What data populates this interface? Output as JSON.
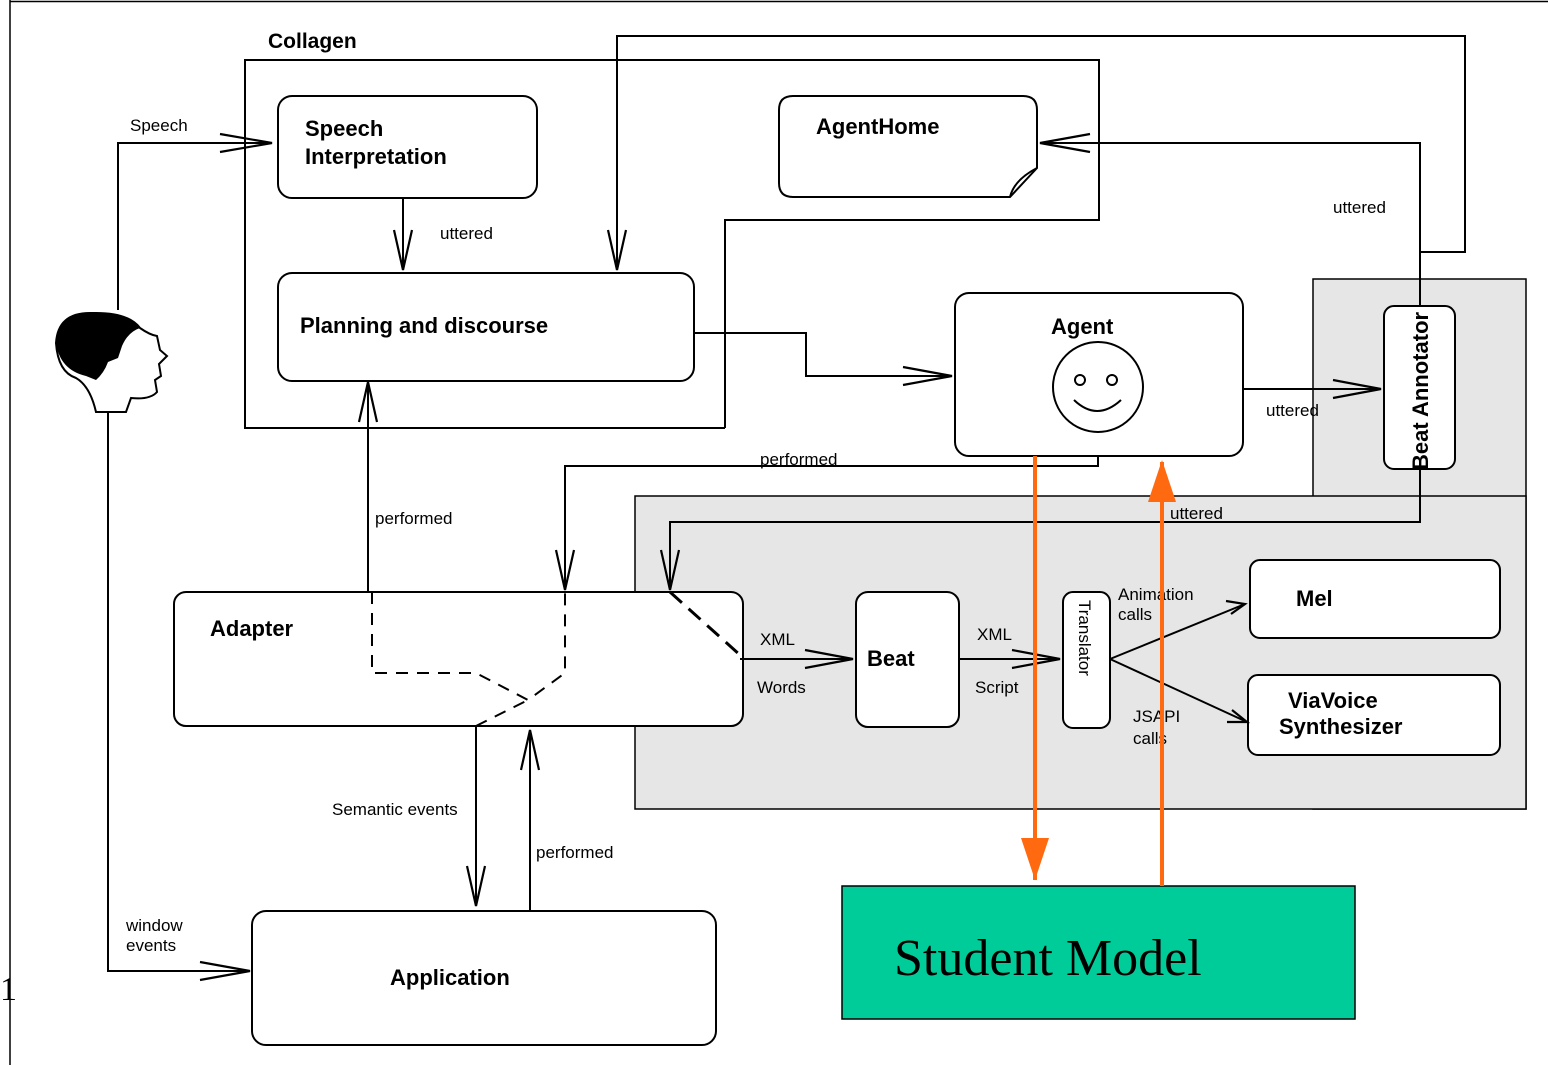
{
  "colors": {
    "panel_fill": "#e6e6e6",
    "student_model_fill": "#00cc99",
    "student_arrows": "#ff6a10"
  },
  "diagram": {
    "group_label": "Collagen",
    "boxes": {
      "speech_line1": "Speech",
      "speech_line2": "Interpretation",
      "agenthome": "AgentHome",
      "planning": "Planning and discourse",
      "agent": "Agent",
      "beat_annotator": "Beat Annotator",
      "adapter": "Adapter",
      "beat": "Beat",
      "translator": "Translator",
      "mel": "Mel",
      "viavoice_line1": "ViaVoice",
      "viavoice_line2": "Synthesizer",
      "application": "Application",
      "student_model": "Student Model"
    },
    "edge_labels": {
      "speech": "Speech",
      "uttered_speech": "uttered",
      "uttered_right_top": "uttered",
      "uttered_agent": "uttered",
      "uttered_panel": "uttered",
      "performed_agent": "performed",
      "performed_left": "performed",
      "performed_bottom": "performed",
      "semantic_events": "Semantic events",
      "window_events_line1": "window",
      "window_events_line2": "events",
      "xml_words_1": "XML",
      "xml_words_2": "Words",
      "xml_script_1": "XML",
      "xml_script_2": "Script",
      "animation_1": "Animation",
      "animation_2": "calls",
      "jsapi_1": "JSAPI",
      "jsapi_2": "calls"
    },
    "page_number": "1"
  }
}
